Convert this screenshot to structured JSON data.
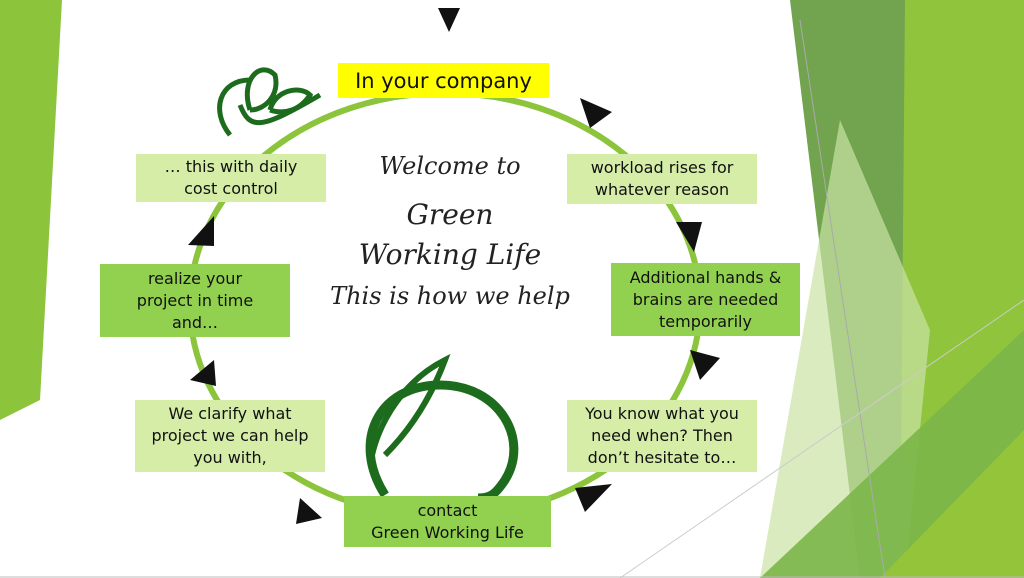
{
  "colors": {
    "highlight": "#ffff00",
    "light_box": "#d6eda8",
    "mid_box": "#92d050",
    "cycle": "#8cc43c"
  },
  "center": {
    "line1": "Welcome to",
    "line2": "Green",
    "line3": "Working Life",
    "line4": "This is how we help"
  },
  "steps": [
    {
      "label": "In your company"
    },
    {
      "label": "workload rises for\nwhatever reason"
    },
    {
      "label": "Additional hands &\nbrains are needed\ntemporarily"
    },
    {
      "label": "You know what you\nneed when? Then\ndon’t hesitate to…"
    },
    {
      "label": "contact\nGreen Working Life"
    },
    {
      "label": "We clarify what\nproject we can help\nyou with,"
    },
    {
      "label": "realize your\nproject in time\nand…"
    },
    {
      "label": "… this with daily\ncost control"
    }
  ]
}
